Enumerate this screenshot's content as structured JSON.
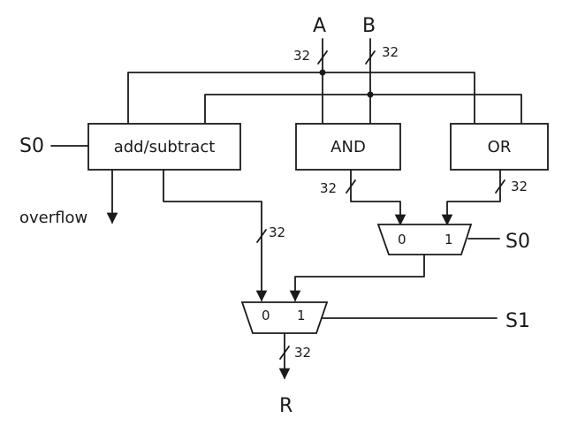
{
  "inputs": {
    "a": "A",
    "b": "B"
  },
  "bus_width": "32",
  "blocks": {
    "add_sub": "add/subtract",
    "and": "AND",
    "or": "OR"
  },
  "mux_lower": {
    "in0": "0",
    "in1": "1"
  },
  "mux_upper": {
    "in0": "0",
    "in1": "1"
  },
  "selects": {
    "s0": "S0",
    "s1": "S1"
  },
  "outputs": {
    "overflow": "overflow",
    "result": "R"
  },
  "colors": {
    "ink": "#1a1a1a",
    "background": "#ffffff"
  }
}
